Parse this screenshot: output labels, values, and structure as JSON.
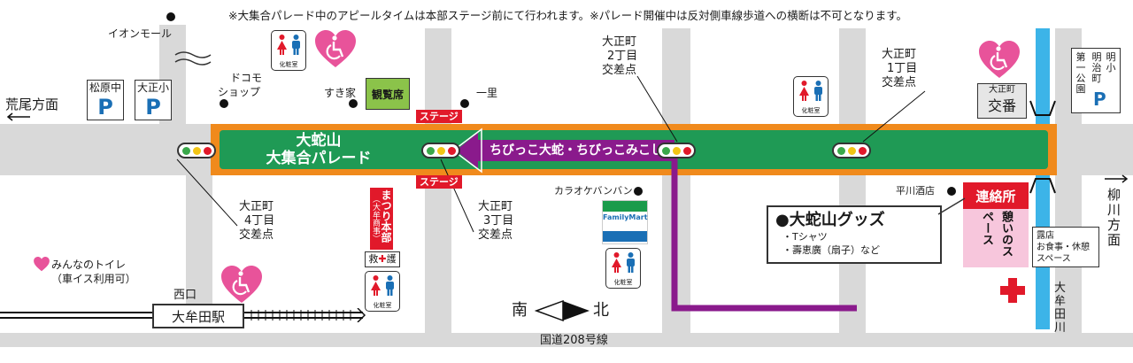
{
  "notice": "※大集合パレード中のアピールタイムは本部ステージ前にて行われます。※パレード開催中は反対側車線歩道への横断は不可となります。",
  "directions": {
    "west": "荒尾方面",
    "east": "柳川方面",
    "compass_south": "南",
    "compass_north": "北"
  },
  "parade": {
    "title_line1": "大蛇山",
    "title_line2": "大集合パレード",
    "route_label": "ちびっこ大蛇・ちびっこみこし"
  },
  "stages": [
    "ステージ",
    "ステージ"
  ],
  "intersections": {
    "taisho2": [
      "大正町",
      "2丁目",
      "交差点"
    ],
    "taisho1": [
      "大正町",
      "1丁目",
      "交差点"
    ],
    "taisho4": [
      "大正町",
      "4丁目",
      "交差点"
    ],
    "taisho3": [
      "大正町",
      "3丁目",
      "交差点"
    ]
  },
  "landmarks": {
    "aeon": "イオンモール",
    "docomo": [
      "ドコモ",
      "ショップ"
    ],
    "sukiya": "すき家",
    "kanranseki": "観覧席",
    "ichiri": "一里",
    "karaoke": "カラオケバンバン",
    "familymart": "FamilyMart",
    "hirakawa": "平川酒店",
    "koban_top": "大正町",
    "koban": "交番",
    "daiichi_koen": "第一公園",
    "meiji_school": "明治町",
    "meiji_small": "明小",
    "omuta_station": "大牟田駅",
    "west_exit": "西口",
    "route208": "国道208号線",
    "omuta_river": "大牟田川"
  },
  "parking": [
    {
      "label": "松原中",
      "mark": "P"
    },
    {
      "label": "大正小",
      "mark": "P"
    }
  ],
  "honbu": {
    "name": "まつり本部",
    "sub": "（大牟商事）",
    "first_aid": "救",
    "first_aid2": "護"
  },
  "toilet_caption": "化粧室",
  "accessible_toilet_legend": [
    "みんなのトイレ",
    "（車イス利用可）"
  ],
  "goods": {
    "title": "●大蛇山グッズ",
    "items": [
      "・Tシャツ",
      "・壽恵廣（扇子）など"
    ]
  },
  "renrakusho": "連絡所",
  "ikoi": "憩いのスペース",
  "roten": [
    "露店",
    "お食事・休憩",
    "スペース"
  ],
  "colors": {
    "parade_green": "#1f9a55",
    "parade_orange": "#f08a1c",
    "route_purple": "#8a1a8c",
    "stage_red": "#e1192a",
    "heart_pink": "#e8539a",
    "river_blue": "#3cb4e8",
    "parking_blue": "#1a6fb5"
  },
  "icons": [
    "traffic-light-icon",
    "toilet-icon",
    "wheelchair-heart-icon",
    "parking-icon",
    "red-cross-icon",
    "compass-arrow-icon"
  ]
}
